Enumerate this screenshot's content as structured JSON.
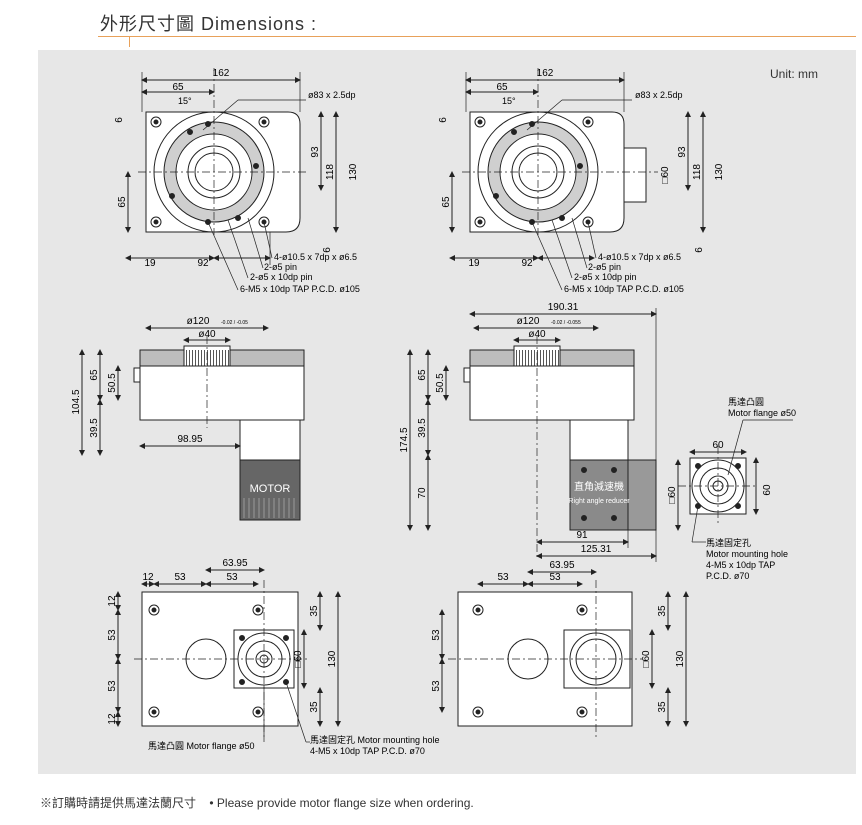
{
  "header": {
    "title": "外形尺寸圖  Dimensions :"
  },
  "unit_label": "Unit: mm",
  "top_views": {
    "d162": "162",
    "d65": "65",
    "angle15": "15°",
    "bore_callout": "ø83 x 2.5dp",
    "d6": "6",
    "d93": "93",
    "d118": "118",
    "d130": "130",
    "d19": "19",
    "d92": "92",
    "d60_box": "□60",
    "callouts": [
      "4-ø10.5 x 7dp x ø6.5",
      "2-ø5 pin",
      "2-ø5 x 10dp pin",
      "6-M5 x 10dp TAP P.C.D. ø105"
    ]
  },
  "side_views": {
    "d120_left": "ø120",
    "d120_left_tol": "-0.02 / -0.05",
    "d120_right_tol": "-0.02 / -0.055",
    "d40": "ø40",
    "d104_5": "104.5",
    "d65": "65",
    "d50_5": "50.5",
    "d39_5": "39.5",
    "d98_95": "98.95",
    "motor_label": "MOTOR",
    "d190_31": "190.31",
    "d174_5": "174.5",
    "d70": "70",
    "d91": "91",
    "d125_31": "125.31",
    "d60_box": "□60",
    "reducer_label_cn": "直角減速機",
    "reducer_label_en": "Right angle reducer"
  },
  "flange_view": {
    "label_cn": "馬達凸圓",
    "label_en": "Motor flange ø50",
    "d60_w": "60",
    "d60_h": "60",
    "hole_cn": "馬達固定孔",
    "hole_en": "Motor mounting hole",
    "hole_spec": "4-M5 x 10dp TAP",
    "hole_pcd": "P.C.D. ø70"
  },
  "bottom_views": {
    "d63_95": "63.95",
    "d12": "12",
    "d53": "53",
    "d35": "35",
    "d60_box": "□60",
    "d130": "130",
    "flange_label": "馬達凸圓  Motor flange ø50",
    "hole_label": "馬達固定孔  Motor mounting hole",
    "hole_spec": "4-M5 x 10dp TAP P.C.D. ø70"
  },
  "footer": {
    "note_cn": "※訂購時請提供馬達法蘭尺寸",
    "note_en": "• Please provide motor flange size when ordering."
  }
}
